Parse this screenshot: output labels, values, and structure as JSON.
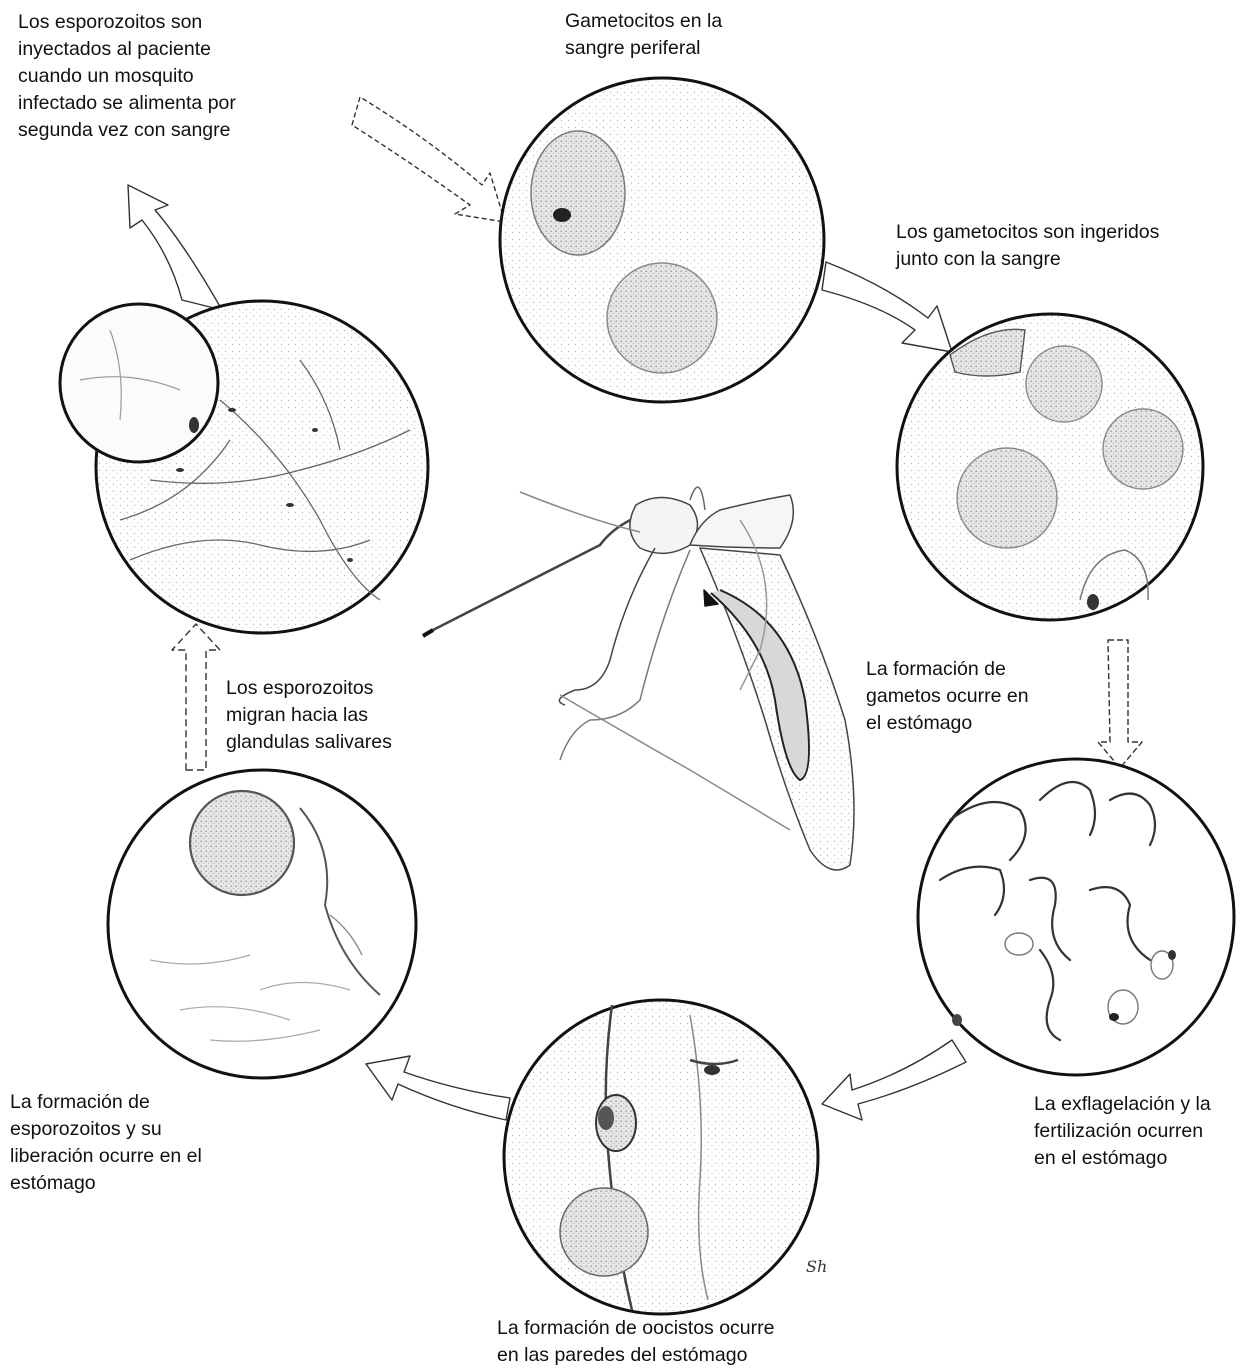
{
  "diagram": {
    "labels": {
      "sporozoites_injected": [
        "Los esporozoitos son",
        "inyectados al paciente",
        "cuando un mosquito",
        "infectado se alimenta por",
        "segunda vez con sangre"
      ],
      "gametocytes_blood": [
        "Gametocitos en la",
        "sangre periferal"
      ],
      "gametocytes_ingested": [
        "Los gametocitos son ingeridos",
        "junto con la sangre"
      ],
      "gamete_formation": [
        "La formación de",
        "gametos ocurre en",
        "el estómago"
      ],
      "exflagellation": [
        "La exflagelación y la",
        "fertilización ocurren",
        "en el estómago"
      ],
      "oocyst_formation": [
        "La formación de oocistos ocurre",
        "en las paredes del estómago"
      ],
      "sporozoite_formation": [
        "La formación de",
        "esporozoitos y su",
        "liberación ocurre en el",
        "estómago"
      ],
      "sporozoite_migration": [
        "Los esporozoitos",
        "migran hacia las",
        "glandulas salivares"
      ]
    },
    "signature": "Sh"
  }
}
